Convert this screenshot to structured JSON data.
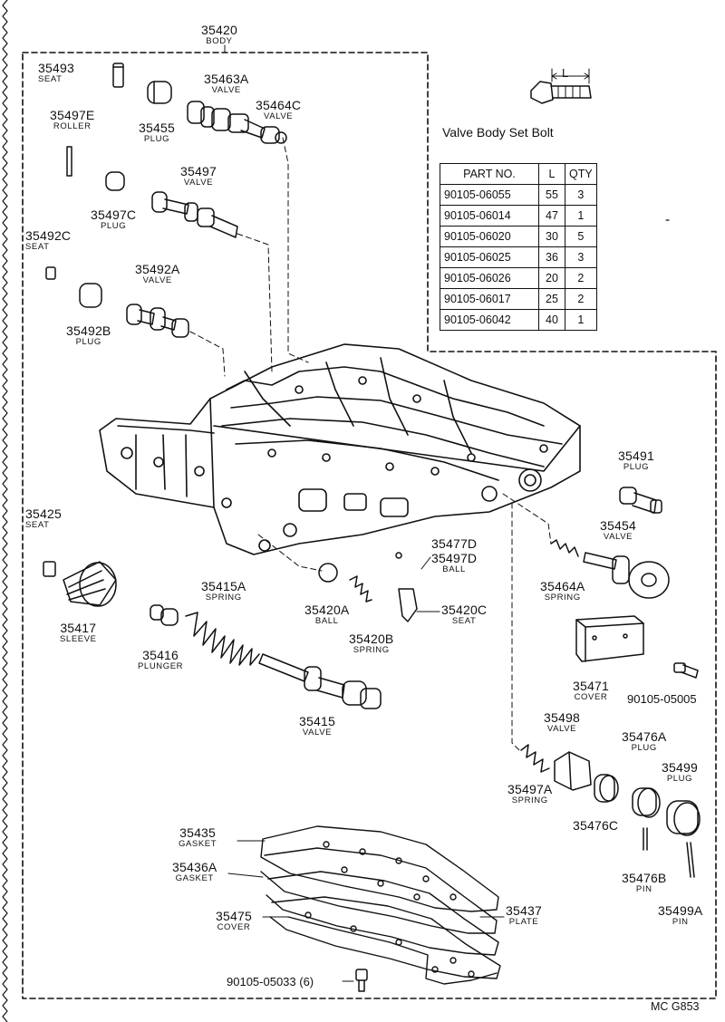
{
  "parts": {
    "p35420": {
      "num": "35420",
      "name": "BODY"
    },
    "p35493": {
      "num": "35493",
      "name": "SEAT"
    },
    "p35463A": {
      "num": "35463A",
      "name": "VALVE"
    },
    "p35464C": {
      "num": "35464C",
      "name": "VALVE"
    },
    "p35497E": {
      "num": "35497E",
      "name": "ROLLER"
    },
    "p35455": {
      "num": "35455",
      "name": "PLUG"
    },
    "p35497": {
      "num": "35497",
      "name": "VALVE"
    },
    "p35497C": {
      "num": "35497C",
      "name": "PLUG"
    },
    "p35492C": {
      "num": "35492C",
      "name": "SEAT"
    },
    "p35492A": {
      "num": "35492A",
      "name": "VALVE"
    },
    "p35492B": {
      "num": "35492B",
      "name": "PLUG"
    },
    "p35491": {
      "num": "35491",
      "name": "PLUG"
    },
    "p35454": {
      "num": "35454",
      "name": "VALVE"
    },
    "p35464A": {
      "num": "35464A",
      "name": "SPRING"
    },
    "p35425": {
      "num": "35425",
      "name": "SEAT"
    },
    "p35477D": {
      "num": "35477D",
      "name": ""
    },
    "p35497D": {
      "num": "35497D",
      "name": "BALL"
    },
    "p35415A": {
      "num": "35415A",
      "name": "SPRING"
    },
    "p35420A": {
      "num": "35420A",
      "name": "BALL"
    },
    "p35420C": {
      "num": "35420C",
      "name": "SEAT"
    },
    "p35417": {
      "num": "35417",
      "name": "SLEEVE"
    },
    "p35416": {
      "num": "35416",
      "name": "PLUNGER"
    },
    "p35420B": {
      "num": "35420B",
      "name": "SPRING"
    },
    "p35471": {
      "num": "35471",
      "name": "COVER"
    },
    "p35415": {
      "num": "35415",
      "name": "VALVE"
    },
    "p35498": {
      "num": "35498",
      "name": "VALVE"
    },
    "p35476A": {
      "num": "35476A",
      "name": "PLUG"
    },
    "p35499": {
      "num": "35499",
      "name": "PLUG"
    },
    "p35497A": {
      "num": "35497A",
      "name": "SPRING"
    },
    "p35476C": {
      "num": "35476C",
      "name": ""
    },
    "p35435": {
      "num": "35435",
      "name": "GASKET"
    },
    "p35436A": {
      "num": "35436A",
      "name": "GASKET"
    },
    "p35476B": {
      "num": "35476B",
      "name": "PIN"
    },
    "p35499A": {
      "num": "35499A",
      "name": "PIN"
    },
    "p35437": {
      "num": "35437",
      "name": "PLATE"
    },
    "p35475": {
      "num": "35475",
      "name": "COVER"
    }
  },
  "bolt_05005": "90105-05005",
  "bolt_05033": "90105-05033 (6)",
  "bolt_table": {
    "title": "Valve Body Set Bolt",
    "dim_label": "L",
    "headers": [
      "PART NO.",
      "L",
      "QTY"
    ],
    "rows": [
      [
        "90105-06055",
        "55",
        "3"
      ],
      [
        "90105-06014",
        "47",
        "1"
      ],
      [
        "90105-06020",
        "30",
        "5"
      ],
      [
        "90105-06025",
        "36",
        "3"
      ],
      [
        "90105-06026",
        "20",
        "2"
      ],
      [
        "90105-06017",
        "25",
        "2"
      ],
      [
        "90105-06042",
        "40",
        "1"
      ]
    ]
  },
  "drawing_code": "MC G853"
}
